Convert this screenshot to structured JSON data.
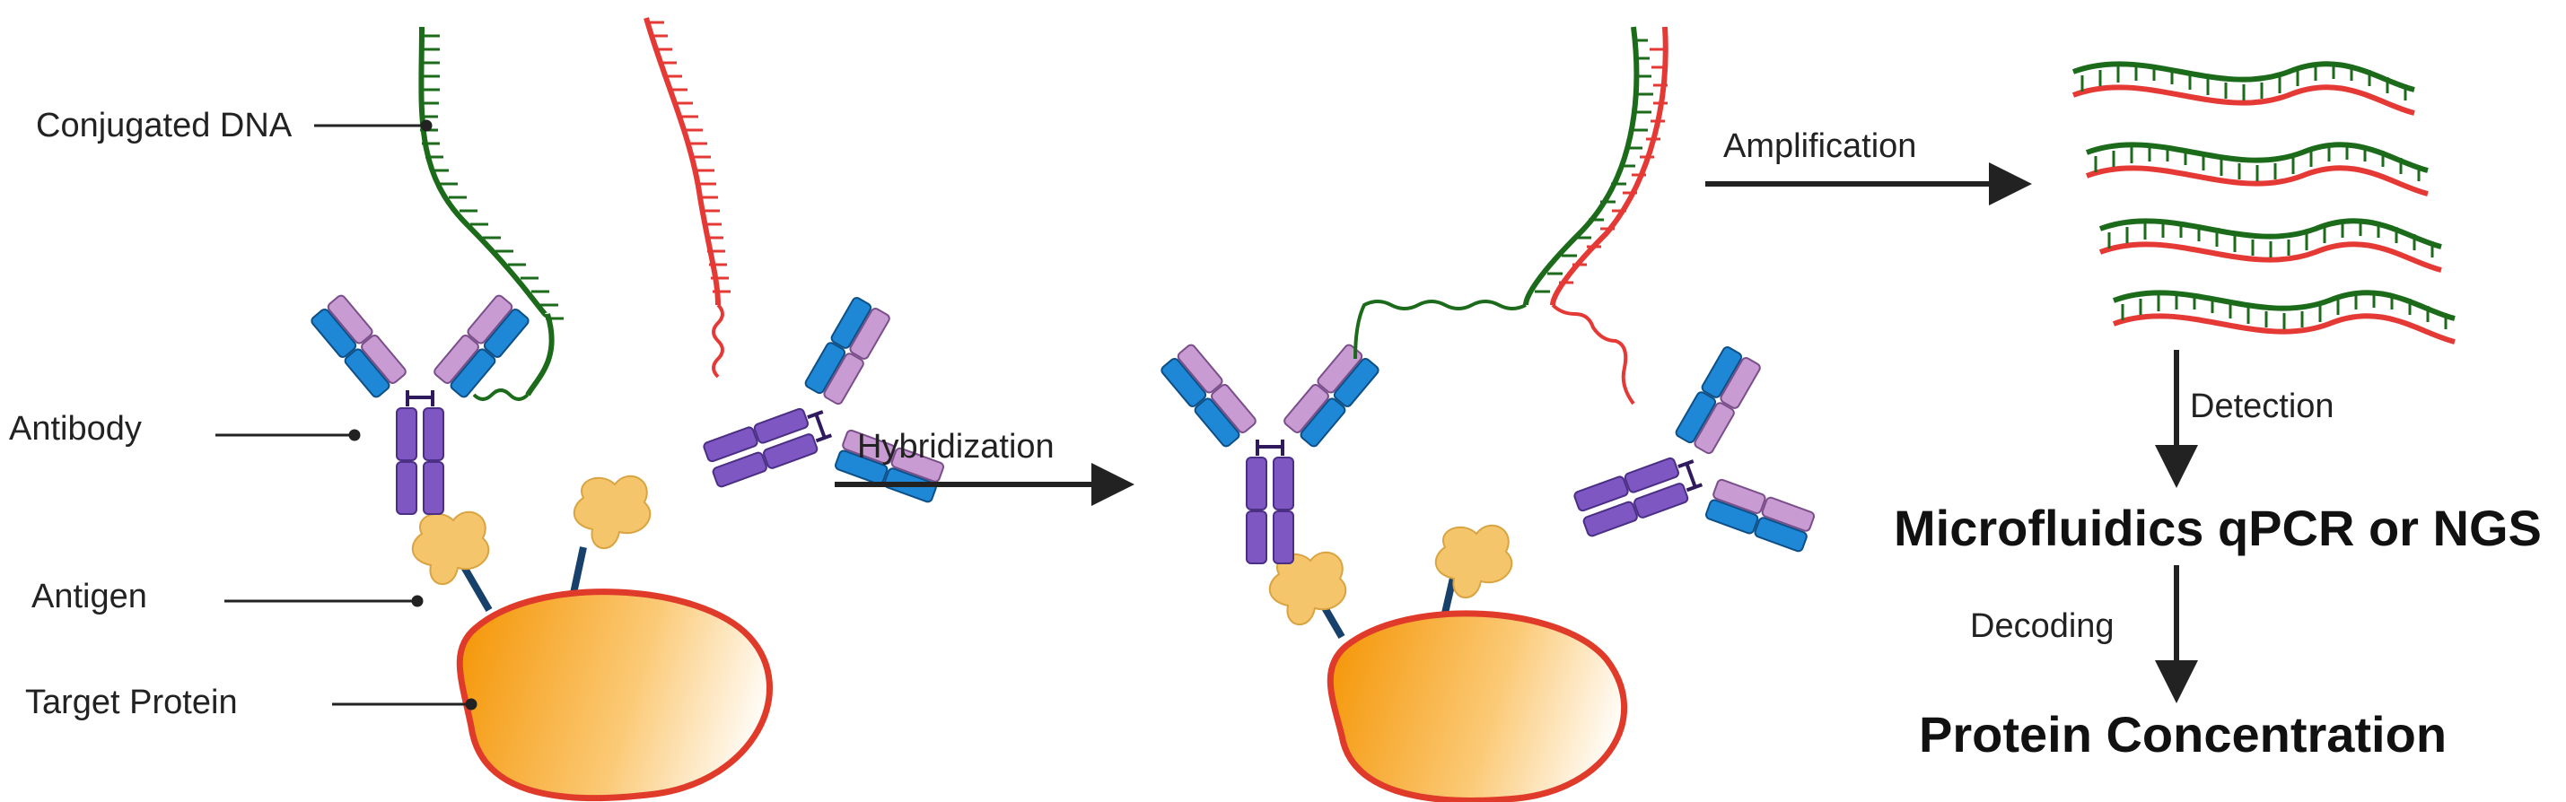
{
  "labels": {
    "conjugated_dna": "Conjugated DNA",
    "antibody": "Antibody",
    "antigen": "Antigen",
    "target_protein": "Target Protein"
  },
  "steps": {
    "hybridization": "Hybridization",
    "amplification": "Amplification",
    "detection": "Detection",
    "decoding": "Decoding"
  },
  "results": {
    "method": "Microfluidics qPCR or NGS",
    "output": "Protein Concentration"
  },
  "colors": {
    "dna_green": "#1b6b1b",
    "dna_red": "#e53935",
    "antibody_purple": "#7e57c2",
    "antibody_light": "#c99bd3",
    "antibody_blue": "#1e88d6",
    "antigen_yellow": "#f4c56a",
    "protein_orange": "#f5a623",
    "protein_border": "#e03a2a",
    "arrow": "#222222"
  }
}
